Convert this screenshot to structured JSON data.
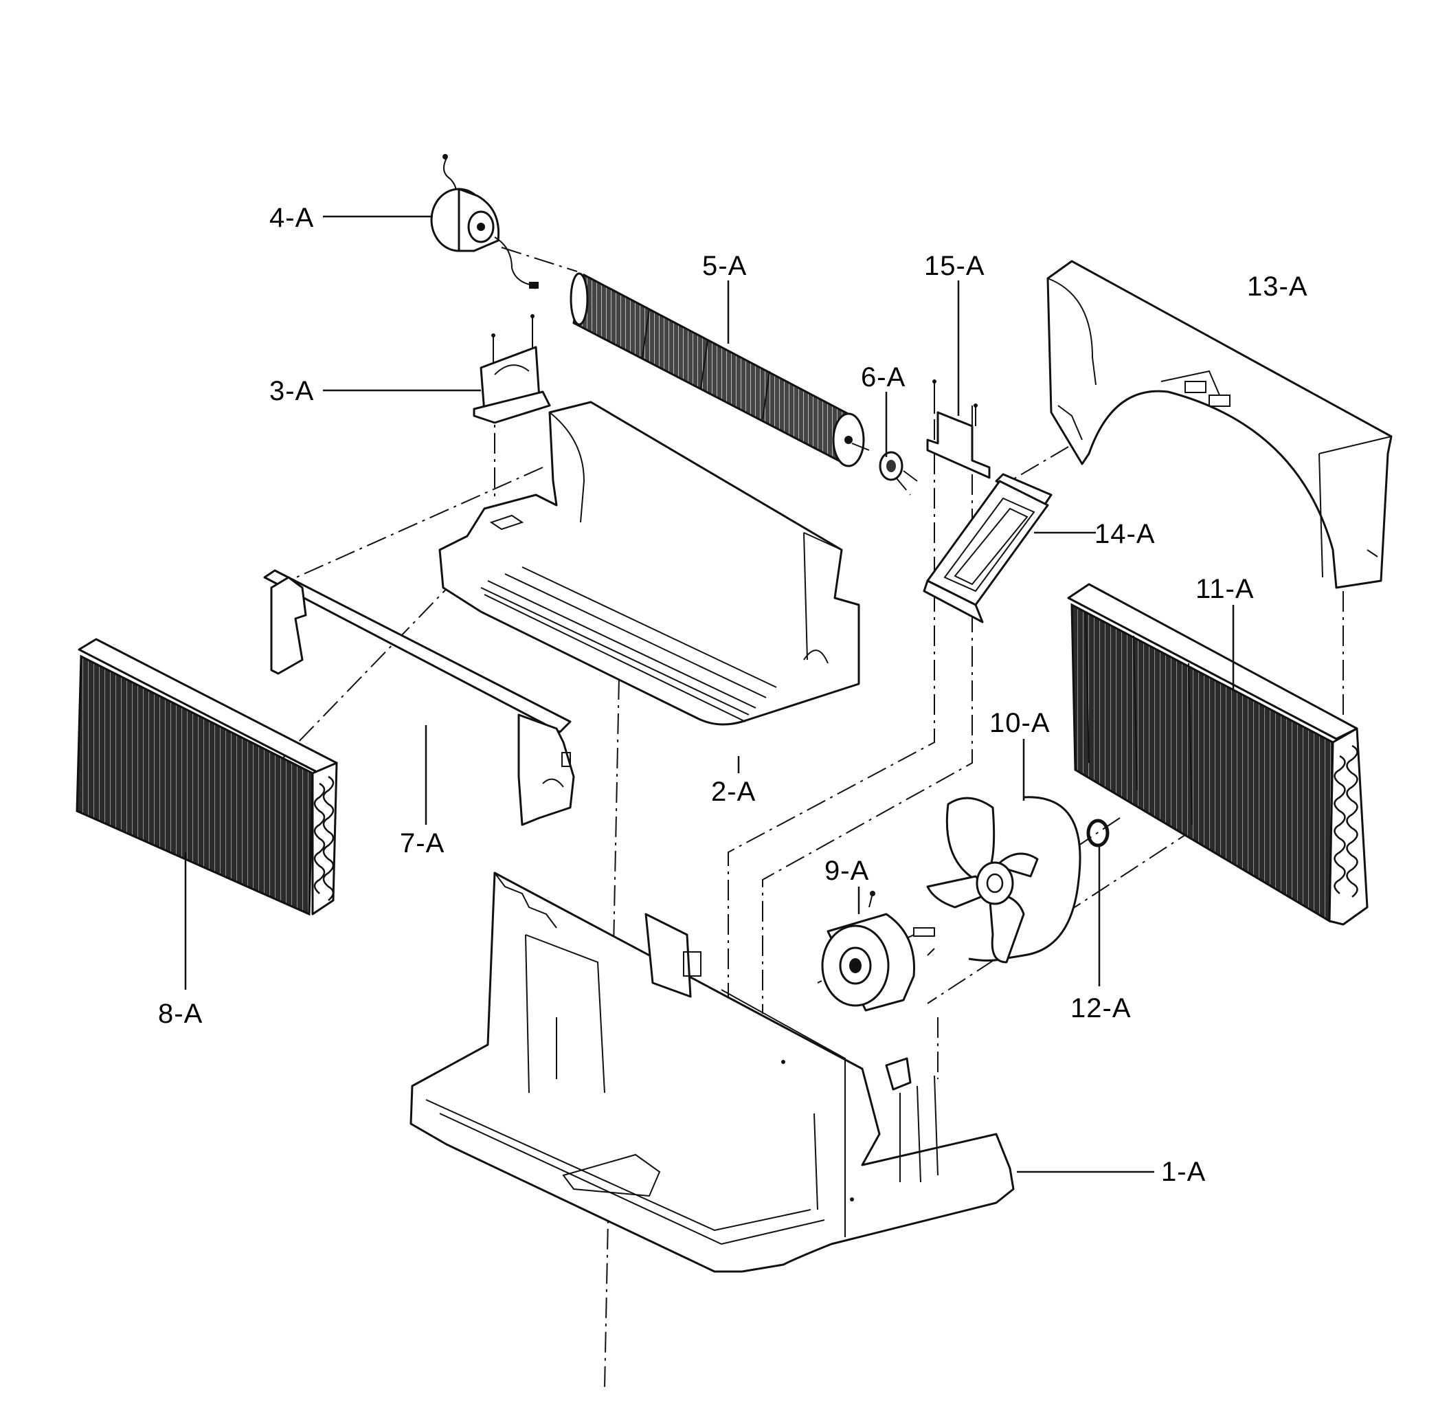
{
  "labels": {
    "p1": "1-A",
    "p2": "2-A",
    "p3": "3-A",
    "p4": "4-A",
    "p5": "5-A",
    "p6": "6-A",
    "p7": "7-A",
    "p8": "8-A",
    "p9": "9-A",
    "p10": "10-A",
    "p11": "11-A",
    "p12": "12-A",
    "p13": "13-A",
    "p14": "14-A",
    "p15": "15-A"
  }
}
